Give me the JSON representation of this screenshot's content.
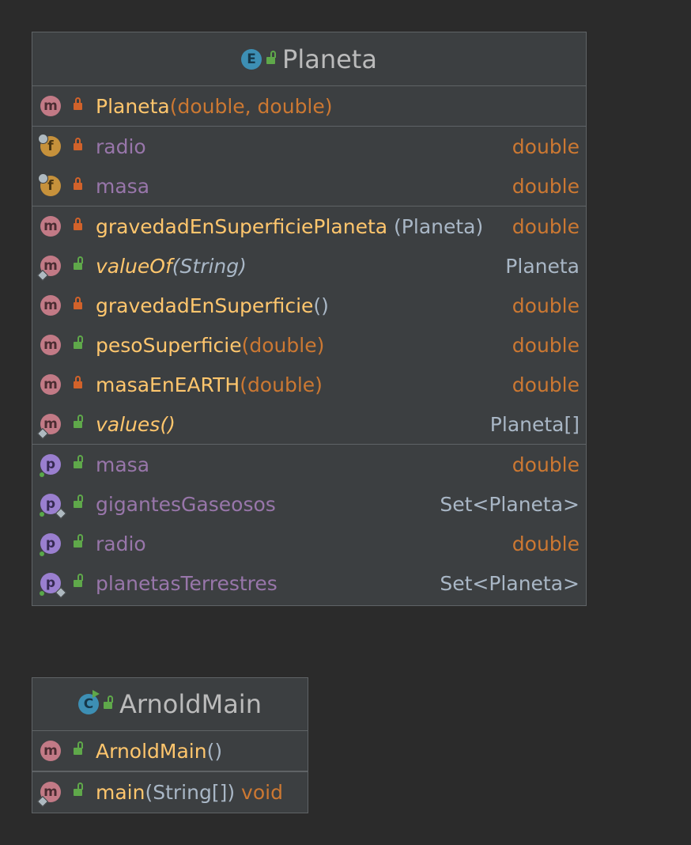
{
  "planeta": {
    "title": "Planeta",
    "header_icon": "enum-icon",
    "header_icon_letter": "E",
    "constructors": [
      {
        "name": "Planeta",
        "params": "(double, double)",
        "access": "private"
      }
    ],
    "fields": [
      {
        "name": "radio",
        "type": "double",
        "access": "private"
      },
      {
        "name": "masa",
        "type": "double",
        "access": "private"
      }
    ],
    "methods": [
      {
        "name": "gravedadEnSuperficiePlaneta",
        "params": "(Planeta)",
        "type": "double",
        "access": "private"
      },
      {
        "name": "valueOf",
        "params": "(String)",
        "type": "Planeta",
        "access": "public"
      },
      {
        "name": "gravedadEnSuperficie",
        "params": "()",
        "type": "double",
        "access": "private"
      },
      {
        "name": "pesoSuperficie",
        "params": "(double)",
        "type": "double",
        "access": "public"
      },
      {
        "name": "masaEnEARTH",
        "params": "(double)",
        "type": "double",
        "access": "private"
      },
      {
        "name": "values",
        "params": "()",
        "type": "Planeta[]",
        "access": "public"
      }
    ],
    "properties": [
      {
        "name": "masa",
        "type": "double",
        "access": "public"
      },
      {
        "name": "gigantesGaseosos",
        "type": "Set<Planeta>",
        "access": "public"
      },
      {
        "name": "radio",
        "type": "double",
        "access": "public"
      },
      {
        "name": "planetasTerrestres",
        "type": "Set<Planeta>",
        "access": "public"
      }
    ]
  },
  "arnold_main": {
    "title": "ArnoldMain",
    "header_icon": "class-icon",
    "header_icon_letter": "C",
    "constructors": [
      {
        "name": "ArnoldMain",
        "params": "()",
        "access": "public"
      }
    ],
    "methods": [
      {
        "name": "main",
        "params": "(String[])",
        "type": "void",
        "access": "public"
      }
    ]
  },
  "icon_letters": {
    "method": "m",
    "field": "f",
    "property": "p"
  },
  "colors": {
    "background": "#2b2b2b",
    "box": "#3c3f41",
    "border": "#5f6366",
    "method_name": "#ffc66d",
    "keyword_type": "#cc7832",
    "field_name": "#9876aa",
    "plain_type": "#a9b7c6",
    "private_lock": "#d2622a",
    "public_lock": "#5fa84a"
  }
}
